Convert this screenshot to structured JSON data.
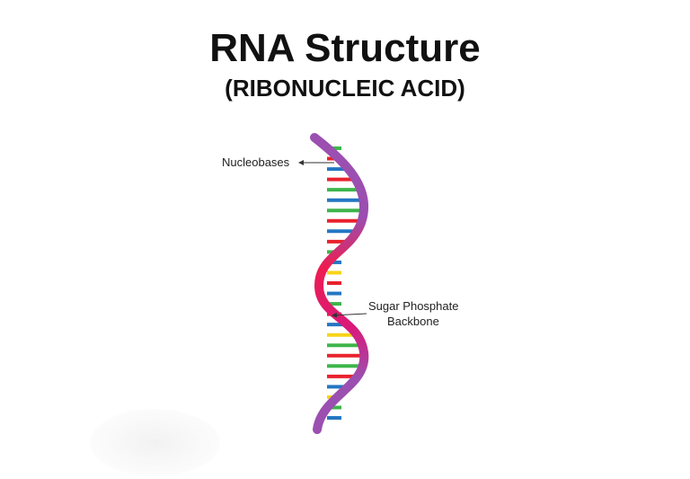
{
  "header": {
    "title": "RNA Structure",
    "subtitle": "(RIBONUCLEIC ACID)"
  },
  "labels": {
    "nucleobases": "Nucleobases",
    "backbone_line1": "Sugar Phosphate",
    "backbone_line2": "Backbone"
  },
  "colors": {
    "backbone_top": "#9b4fb0",
    "backbone_mid": "#ee1c4f",
    "backbone_low": "#d91a7a",
    "base_green": "#3db54a",
    "base_red": "#e8222d",
    "base_blue": "#2476c3",
    "base_yellow": "#f7d417"
  },
  "nucleobase_colors": [
    "green",
    "red",
    "blue",
    "red",
    "green",
    "blue",
    "green",
    "red",
    "blue",
    "red",
    "green",
    "blue",
    "yellow",
    "red",
    "blue",
    "green",
    "red",
    "blue",
    "yellow",
    "green",
    "red",
    "green",
    "red",
    "blue",
    "yellow",
    "green",
    "blue"
  ]
}
